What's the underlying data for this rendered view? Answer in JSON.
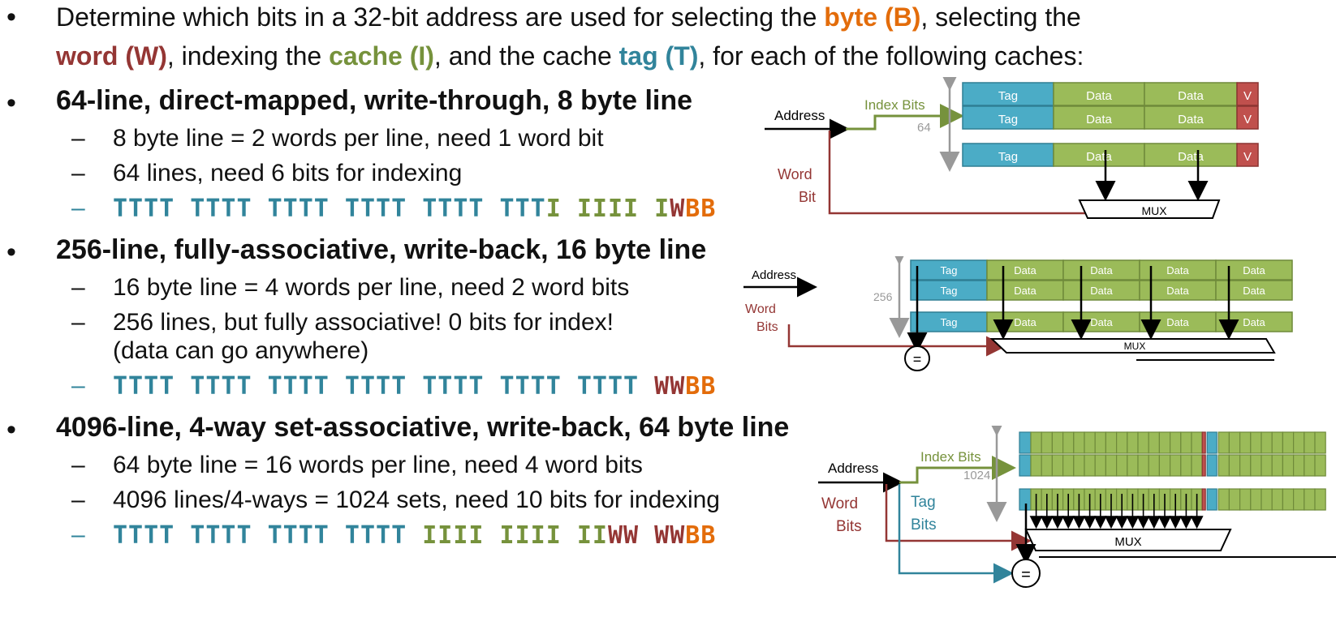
{
  "intro": {
    "part1": "Determine which bits in a 32-bit address are used for selecting the ",
    "byte": "byte (B)",
    "part2": ", selecting the",
    "word": "word (W)",
    "part3": ", indexing the ",
    "cache": "cache (I)",
    "part4": ", and the cache ",
    "tag": "tag (T)",
    "part5": ", for each of the following caches:"
  },
  "sections": [
    {
      "heading": "64-line, direct-mapped, write-through, 8 byte line",
      "points": [
        "8 byte line = 2 words per line, need 1 word bit",
        "64 lines, need 6 bits for indexing"
      ],
      "bits": {
        "t": "TTTT TTTT TTTT TTTT TTTT TTT",
        "i": "I IIII I",
        "w": "W",
        "b": "BB"
      }
    },
    {
      "heading": "256-line, fully-associative, write-back, 16 byte line",
      "points": [
        "16 byte line = 4 words per line, need 2 word bits",
        "256 lines, but fully associative! 0 bits for index!",
        "(data can go anywhere)"
      ],
      "bits": {
        "t": "TTTT TTTT TTTT TTTT TTTT TTTT TTTT ",
        "w": "WW",
        "b": "BB"
      }
    },
    {
      "heading": "4096-line, 4-way set-associative, write-back, 64 byte line",
      "points": [
        "64 byte line = 16 words per line, need 4 word bits",
        "4096 lines/4-ways = 1024 sets, need 10 bits for indexing"
      ],
      "bits": {
        "t": "TTTT TTTT TTTT TTTT ",
        "i": "IIII IIII II",
        "w": "WW WW",
        "b": "BB"
      }
    }
  ],
  "diagrams": {
    "d1": {
      "address": "Address",
      "index_bits": "Index Bits",
      "rows": "64",
      "word_bit_1": "Word",
      "word_bit_2": "Bit",
      "tag": "Tag",
      "data": "Data",
      "valid": "V",
      "mux": "MUX"
    },
    "d2": {
      "address": "Address",
      "rows": "256",
      "word_bits_1": "Word",
      "word_bits_2": "Bits",
      "tag": "Tag",
      "data": "Data",
      "mux": "MUX",
      "eq": "="
    },
    "d3": {
      "address": "Address",
      "index_bits": "Index Bits",
      "rows": "1024",
      "word_bits_1": "Word",
      "word_bits_2": "Bits",
      "tag_bits_1": "Tag",
      "tag_bits_2": "Bits",
      "mux": "MUX",
      "eq": "="
    }
  },
  "colors": {
    "byte": "#e36c0a",
    "word": "#943634",
    "index": "#76923c",
    "tag": "#31849b",
    "tag_cell": "#4bacc6",
    "data_cell": "#9bbb59",
    "valid_cell": "#c0504d"
  }
}
